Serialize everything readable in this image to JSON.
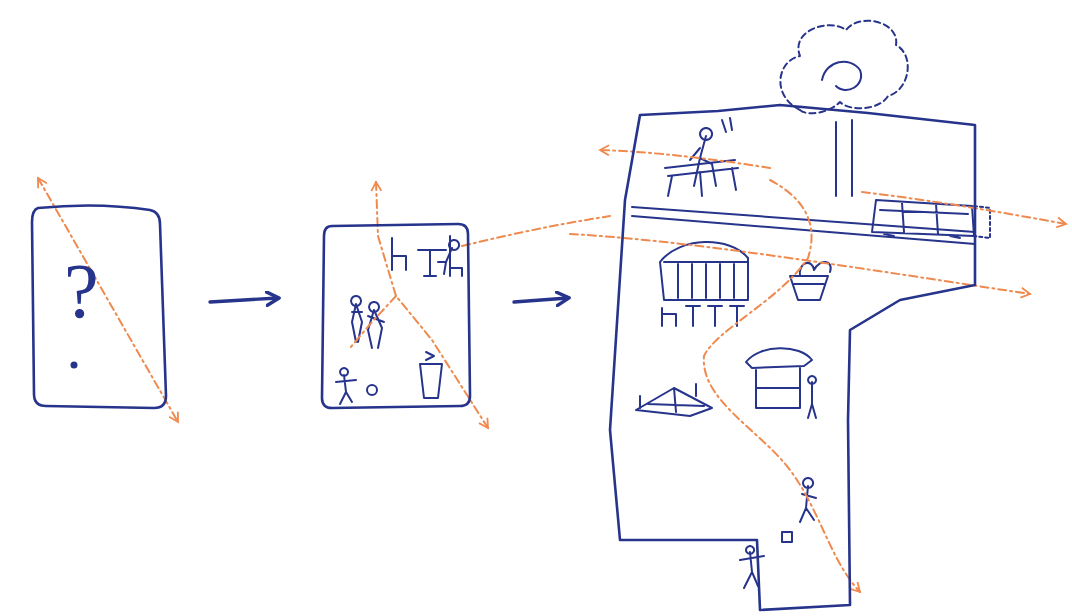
{
  "diagram": {
    "nodes": [
      {
        "text": [
          "?"
        ]
      },
      {
        "text": []
      },
      {
        "text": []
      }
    ],
    "edges": [
      {
        "from": 0,
        "to": 1,
        "arrow": "to"
      },
      {
        "from": 1,
        "to": 2,
        "arrow": "to"
      }
    ]
  }
}
